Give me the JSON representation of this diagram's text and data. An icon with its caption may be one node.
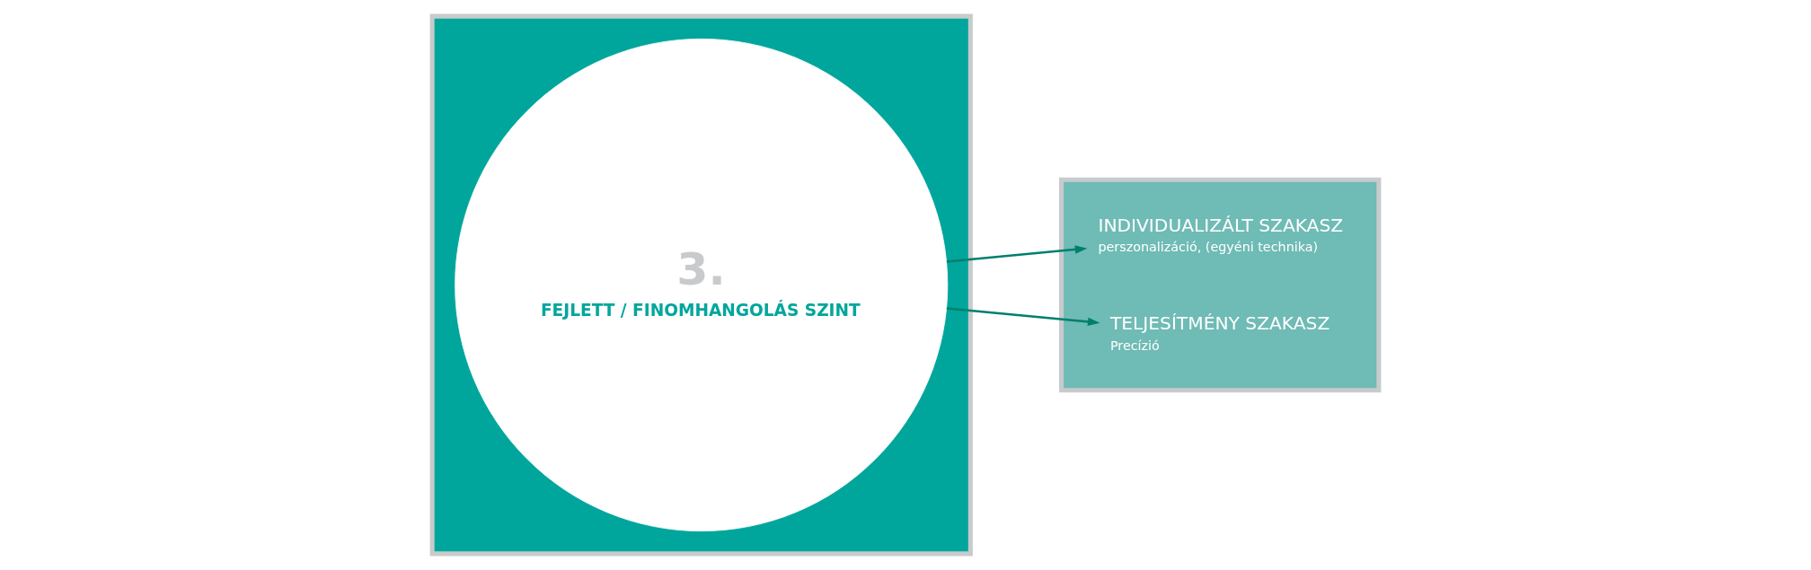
{
  "diagram": {
    "nodes": [
      {
        "text": [],
        "shape": "box"
      },
      {
        "text": [
          "3.",
          "FEJLETT / FINOMHANGOLÁS SZINT"
        ],
        "in": 0
      },
      {
        "text": [],
        "shape": "box"
      },
      {
        "text": [
          "INDIVIDUALIZÁLT SZAKASZ",
          "perszonalizáció, (egyéni technika)"
        ],
        "in": 2
      },
      {
        "text": [
          "TELJESÍTMÉNY SZAKASZ",
          "Precízió"
        ],
        "in": 2
      }
    ],
    "edges": [
      {
        "from": 1,
        "to": 3,
        "arrow": "to"
      },
      {
        "from": 1,
        "to": 4,
        "arrow": "to"
      }
    ]
  }
}
